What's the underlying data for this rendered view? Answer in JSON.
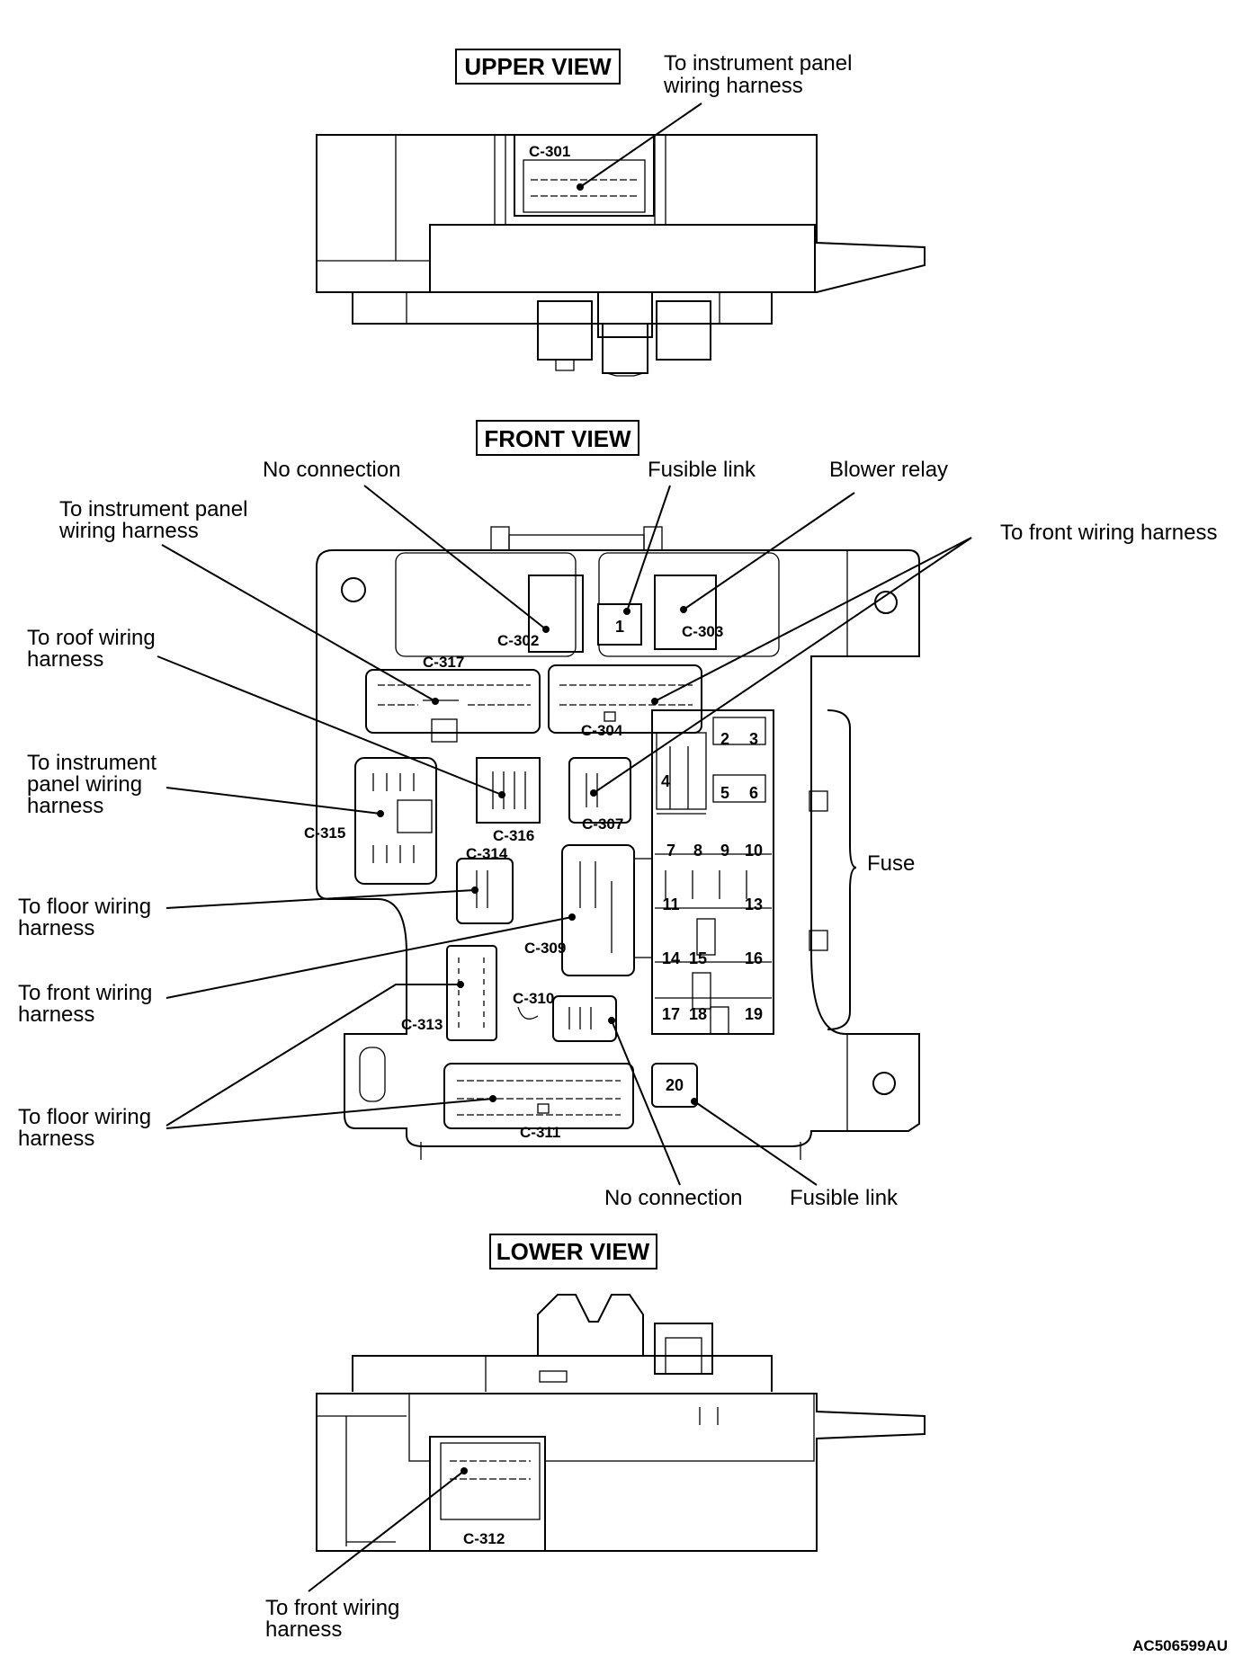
{
  "views": {
    "upper": "UPPER VIEW",
    "front": "FRONT VIEW",
    "lower": "LOWER VIEW"
  },
  "labels": {
    "upper_ip_harness": [
      "To instrument panel",
      "wiring harness"
    ],
    "no_connection_top": "No connection",
    "fusible_link_top": "Fusible link",
    "blower_relay": "Blower relay",
    "ip_harness_left": [
      "To instrument panel",
      "wiring harness"
    ],
    "front_harness_right": "To front wiring harness",
    "roof_harness": [
      "To roof wiring",
      "harness"
    ],
    "ip_harness_mid": [
      "To instrument",
      "panel wiring",
      "harness"
    ],
    "fuse": "Fuse",
    "floor_harness_1": [
      "To floor wiring",
      "harness"
    ],
    "front_harness_left": [
      "To front wiring",
      "harness"
    ],
    "floor_harness_2": [
      "To floor wiring",
      "harness"
    ],
    "no_connection_bottom": "No connection",
    "fusible_link_bottom": "Fusible link",
    "lower_front_harness": [
      "To front wiring",
      "harness"
    ]
  },
  "connectors": {
    "c301": "C-301",
    "c302": "C-302",
    "c303": "C-303",
    "c304": "C-304",
    "c307": "C-307",
    "c309": "C-309",
    "c310": "C-310",
    "c311": "C-311",
    "c312": "C-312",
    "c313": "C-313",
    "c314": "C-314",
    "c315": "C-315",
    "c316": "C-316",
    "c317": "C-317"
  },
  "fuses": {
    "f1": "1",
    "f2": "2",
    "f3": "3",
    "f4": "4",
    "f5": "5",
    "f6": "6",
    "f7": "7",
    "f8": "8",
    "f9": "9",
    "f10": "10",
    "f11": "11",
    "f13": "13",
    "f14": "14",
    "f15": "15",
    "f16": "16",
    "f17": "17",
    "f18": "18",
    "f19": "19",
    "f20": "20"
  },
  "figure_code": "AC506599AU"
}
